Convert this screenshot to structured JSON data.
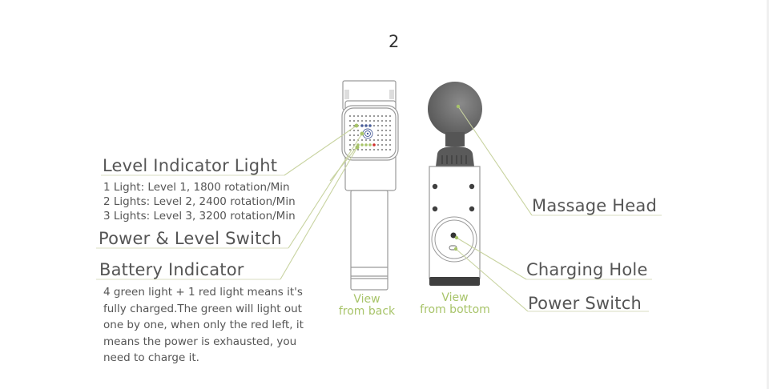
{
  "page_number": "2",
  "left_labels": {
    "level_indicator": {
      "title": "Level Indicator Light",
      "lines": [
        "1 Light: Level 1, 1800 rotation/Min",
        "2 Lights: Level 2, 2400 rotation/Min",
        "3 Lights: Level 3, 3200 rotation/Min"
      ]
    },
    "power_level_switch": {
      "title": "Power & Level Switch"
    },
    "battery_indicator": {
      "title": "Battery Indicator",
      "description": "4 green light + 1 red light means it's fully charged.The green will light out one by one, when only the red left, it means the power is exhausted, you need to charge it."
    }
  },
  "right_labels": {
    "massage_head": "Massage Head",
    "charging_hole": "Charging Hole",
    "power_switch": "Power Switch"
  },
  "captions": {
    "back_view_1": "View",
    "back_view_2": "from back",
    "bottom_view_1": "View",
    "bottom_view_2": "from bottom"
  },
  "colors": {
    "accent_green": "#a8c46a",
    "leader_line": "#c8d3a0",
    "text": "#555555",
    "device_outline": "#9a9a9a",
    "head_gray": "#666666",
    "led_blue": "#4a5e9a",
    "led_red": "#d0312d"
  }
}
